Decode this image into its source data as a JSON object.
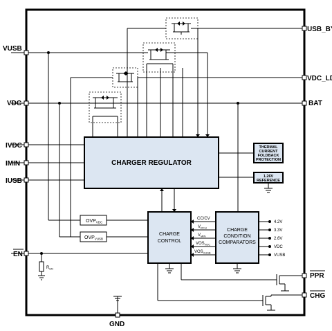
{
  "pins": {
    "usb_by": "USB_BY",
    "vusb": "VUSB",
    "vdc_ld": "VDC_LD",
    "vdc": "VDC",
    "bat": "BAT",
    "ivdc": "IVDC",
    "imin": "IMIN",
    "iusb": "IUSB",
    "en": "EN",
    "ppr": "PPR",
    "chg": "CHG",
    "gnd": "GND"
  },
  "blocks": {
    "charger_regulator": "CHARGER REGULATOR",
    "thermal_1": "THERMAL",
    "thermal_2": "CURRENT",
    "thermal_3": "FOLDBACK",
    "thermal_4": "PROTECTION",
    "ref_1": "1.26V",
    "ref_2": "REFERENCE",
    "charge_control_1": "CHARGE",
    "charge_control_2": "CONTROL",
    "comparators_1": "CHARGE",
    "comparators_2": "CONDITION",
    "comparators_3": "COMPARATORS",
    "ovp_vdc_main": "OVP",
    "ovp_vdc_sub": "VDC",
    "ovp_vusb_main": "OVP",
    "ovp_vusb_sub": "VUSB"
  },
  "signals": {
    "cc_cv": "CC/CV",
    "vrch_main": "V",
    "vrch_sub": "RCH",
    "vmin_main": "V",
    "vmin_sub": "MIN",
    "vos_vdc_main": "VOS",
    "vos_vdc_sub": "VDC",
    "vos_vusb_main": "VOS",
    "vos_vusb_sub": "VUSB"
  },
  "thresholds": {
    "t1": "4.2V",
    "t2": "3.3V",
    "t3": "2.6V",
    "t4": "VDC",
    "t5": "VUSB"
  },
  "resistor": {
    "main": "R",
    "sub": "EN"
  }
}
